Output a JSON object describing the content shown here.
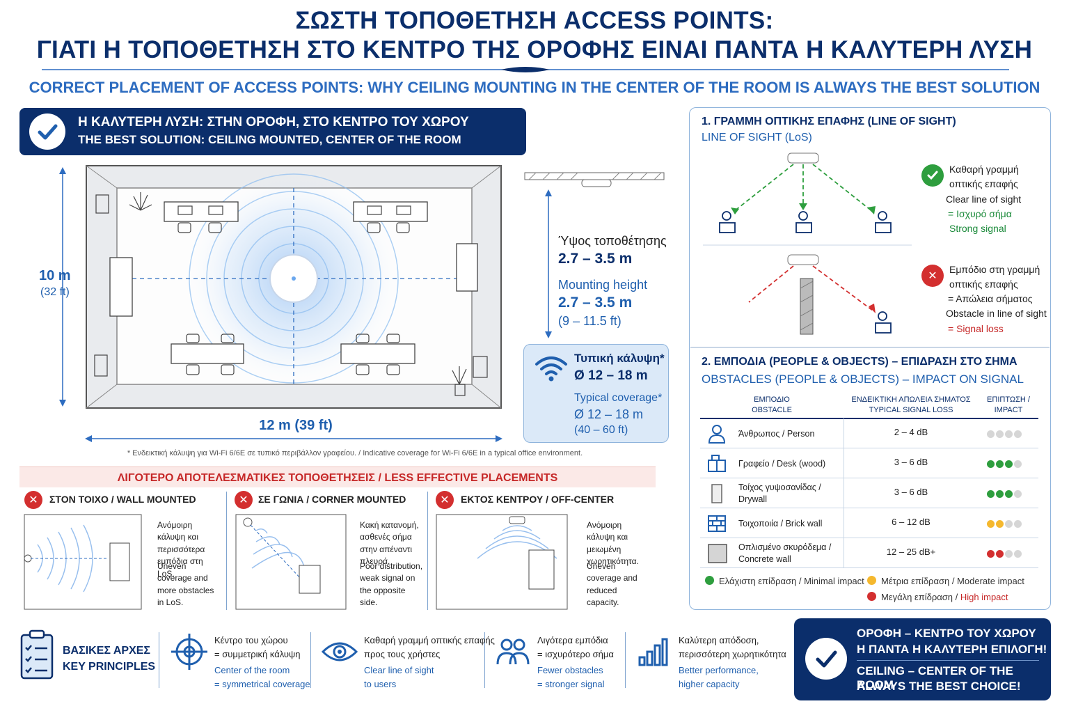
{
  "header": {
    "title_line1": "ΣΩΣΤΗ ΤΟΠΟΘΕΤΗΣΗ ACCESS POINTS:",
    "title_line2": "ΓΙΑΤΙ Η ΤΟΠΟΘΕΤΗΣΗ ΣΤΟ ΚΕΝΤΡΟ ΤΗΣ ΟΡΟΦΗΣ ΕΙΝΑΙ ΠΑΝΤΑ Η ΚΑΛΥΤΕΡΗ ΛΥΣΗ",
    "subtitle": "CORRECT PLACEMENT OF ACCESS POINTS: WHY CEILING MOUNTING IN THE CENTER OF THE ROOM IS ALWAYS THE BEST SOLUTION"
  },
  "best": {
    "line1": "Η ΚΑΛΥΤΕΡΗ ΛΥΣΗ: ΣΤΗΝ ΟΡΟΦΗ, ΣΤΟ ΚΕΝΤΡΟ ΤΟΥ ΧΩΡΟΥ",
    "line2": "THE BEST SOLUTION: CEILING MOUNTED, CENTER OF THE ROOM"
  },
  "room": {
    "height_m": "10 m",
    "height_ft": "(32 ft)",
    "width": "12 m (39 ft)",
    "footnote": "* Ενδεικτική κάλυψη για Wi-Fi 6/6E σε τυπικό περιβάλλον γραφείου. / Indicative coverage for Wi-Fi 6/6E in a typical office environment."
  },
  "mounting": {
    "gr_label": "Ύψος τοποθέτησης",
    "gr_value": "2.7 – 3.5 m",
    "en_label": "Mounting height",
    "en_value": "2.7 – 3.5 m",
    "ft_value": "(9 – 11.5 ft)"
  },
  "coverage": {
    "gr_label": "Τυπική κάλυψη*",
    "gr_value": "Ø 12 – 18 m",
    "en_label": "Typical coverage*",
    "en_value": "Ø 12 – 18 m",
    "ft_value": "(40 – 60 ft)"
  },
  "los": {
    "title_gr": "1. ΓΡΑΜΜΗ ΟΠΤΙΚΗΣ ΕΠΑΦΗΣ (LINE OF SIGHT)",
    "title_en": "LINE OF SIGHT (LoS)",
    "clear_gr1": "Καθαρή γραμμή",
    "clear_gr2": "οπτικής επαφής",
    "clear_en": "Clear line of sight",
    "clear_gr3": "= Ισχυρό σήμα",
    "clear_en2": "Strong signal",
    "obs_gr1": "Εμπόδιο στη γραμμή",
    "obs_gr2": "οπτικής επαφής",
    "obs_gr3": "= Απώλεια σήματος",
    "obs_en": "Obstacle in line of sight",
    "obs_en2": "= Signal loss"
  },
  "obstacles": {
    "title_gr": "2. ΕΜΠΟΔΙΑ (PEOPLE & OBJECTS) – ΕΠΙΔΡΑΣΗ ΣΤΟ ΣΗΜΑ",
    "title_en": "OBSTACLES (PEOPLE & OBJECTS) – IMPACT ON SIGNAL",
    "col1_gr": "ΕΜΠΟΔΙΟ",
    "col1_en": "OBSTACLE",
    "col2_gr": "ΕΝΔΕΙΚΤΙΚΗ ΑΠΩΛΕΙΑ ΣΗΜΑΤΟΣ",
    "col2_en": "TYPICAL SIGNAL LOSS",
    "col3_gr": "ΕΠΙΠΤΩΣΗ /",
    "col3_en": "IMPACT",
    "rows": [
      {
        "name": "Άνθρωπος / Person",
        "loss": "2 – 4 dB",
        "icon": "person-icon",
        "level": 0,
        "color": "#d6d6d6"
      },
      {
        "name": "Γραφείο / Desk (wood)",
        "loss": "3 – 6 dB",
        "icon": "desk-icon",
        "level": 3,
        "color": "#2e9e3e"
      },
      {
        "name": "Τοίχος γυψοσανίδας / Drywall",
        "loss": "3 – 6 dB",
        "icon": "drywall-icon",
        "level": 3,
        "color": "#2e9e3e"
      },
      {
        "name": "Τοιχοποιία / Brick wall",
        "loss": "6 – 12 dB",
        "icon": "brick-wall-icon",
        "level": 2,
        "color": "#f5b82e"
      },
      {
        "name": "Οπλισμένο σκυρόδεμα / Concrete wall",
        "loss": "12 – 25 dB+",
        "icon": "concrete-wall-icon",
        "level": 2,
        "color": "#d32f2f"
      }
    ],
    "legend_min": "Ελάχιστη επίδραση / Minimal impact",
    "legend_mod": "Μέτρια επίδραση / Moderate impact",
    "legend_high_gr": "Μεγάλη επίδραση / ",
    "legend_high_en": "High impact"
  },
  "less": {
    "title": "ΛΙΓΟΤΕΡΟ ΑΠΟΤΕΛΕΣΜΑΤΙΚΕΣ ΤΟΠΟΘΕΤΗΣΕΙΣ / LESS EFFECTIVE PLACEMENTS",
    "items": [
      {
        "label": "ΣΤΟΝ ΤΟΙΧΟ / WALL MOUNTED",
        "gr": "Ανόμοιρη κάλυψη και περισσότερα εμπόδια στη LoS.",
        "en": "Uneven coverage and more obstacles in LoS."
      },
      {
        "label": "ΣΕ ΓΩΝΙΑ / CORNER MOUNTED",
        "gr": "Κακή κατανομή, ασθενές σήμα στην απέναντι πλευρά.",
        "en": "Poor distribution, weak signal on the opposite side."
      },
      {
        "label": "ΕΚΤΟΣ ΚΕΝΤΡΟΥ / OFF-CENTER",
        "gr": "Ανόμοιρη κάλυψη και μειωμένη χωρητικότητα.",
        "en": "Uneven coverage and reduced capacity."
      }
    ]
  },
  "principles": {
    "title_gr": "ΒΑΣΙΚΕΣ ΑΡΧΕΣ",
    "title_en": "KEY PRINCIPLES",
    "items": [
      {
        "gr1": "Κέντρο του χώρου",
        "gr2": "= συμμετρική κάλυψη",
        "en1": "Center of the room",
        "en2": "= symmetrical coverage"
      },
      {
        "gr1": "Καθαρή γραμμή οπτικής επαφής",
        "gr2": "προς τους χρήστες",
        "en1": "Clear line of sight",
        "en2": "to users"
      },
      {
        "gr1": "Λιγότερα εμπόδια",
        "gr2": "= ισχυρότερο σήμα",
        "en1": "Fewer obstacles",
        "en2": "= stronger signal"
      },
      {
        "gr1": "Καλύτερη απόδοση,",
        "gr2": "περισσότερη χωρητικότητα",
        "en1": "Better performance,",
        "en2": "higher capacity"
      }
    ]
  },
  "final": {
    "gr1": "ΟΡΟΦΗ – ΚΕΝΤΡΟ ΤΟΥ ΧΩΡΟΥ",
    "gr2": "Η ΠΑΝΤΑ Η ΚΑΛΥΤΕΡΗ ΕΠΙΛΟΓΗ!",
    "en1": "CEILING – CENTER OF THE ROOM",
    "en2": "ALWAYS THE BEST CHOICE!"
  },
  "colors": {
    "navy": "#0b2e6b",
    "accent": "#2d6cc0",
    "danger": "#d32f2f",
    "good": "#2e9e3e",
    "moderate": "#f5b82e"
  }
}
